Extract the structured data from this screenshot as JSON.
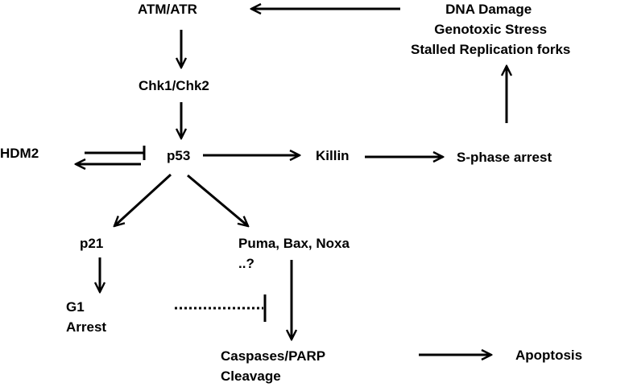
{
  "nodes": {
    "atm_atr": "ATM/ATR",
    "dna_damage": [
      "DNA Damage",
      "Genotoxic Stress",
      "Stalled Replication forks"
    ],
    "chk": "Chk1/Chk2",
    "hdm2": "HDM2",
    "p53": "p53",
    "killin": "Killin",
    "s_phase": "S-phase arrest",
    "p21": "p21",
    "puma": [
      "Puma, Bax, Noxa",
      "..?"
    ],
    "g1": [
      "G1",
      "Arrest"
    ],
    "caspases": [
      "Caspases/PARP",
      "Cleavage"
    ],
    "apoptosis": "Apoptosis"
  },
  "colors": {
    "ink": "#000000",
    "background": "#ffffff"
  }
}
